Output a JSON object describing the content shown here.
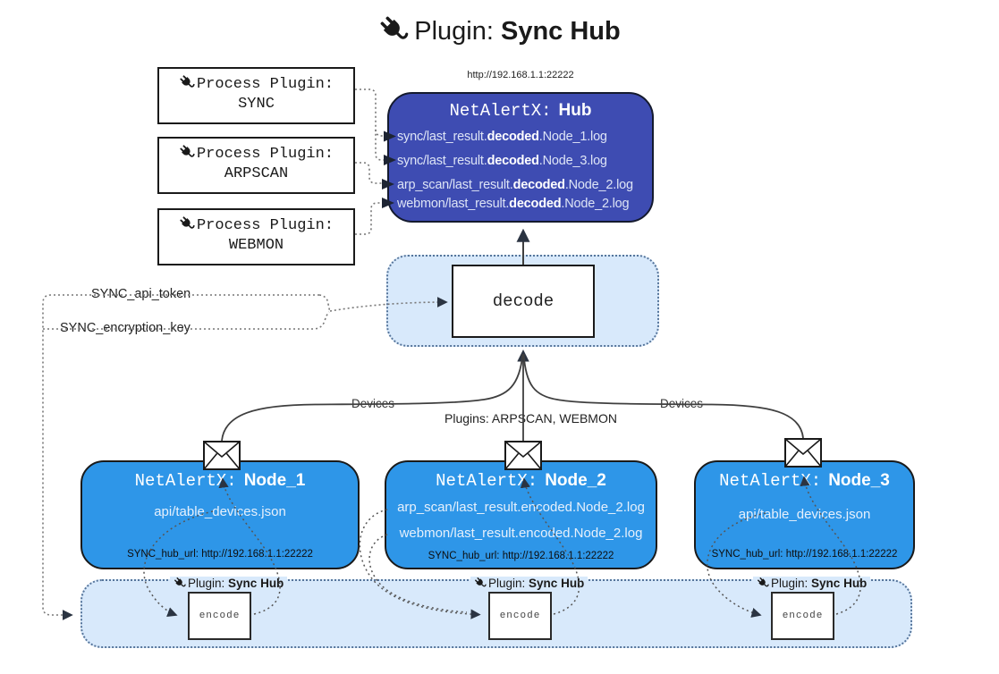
{
  "title": {
    "prefix": "Plugin:",
    "name": "Sync Hub"
  },
  "process_plugins": [
    {
      "label": "Process Plugin:",
      "name": "SYNC"
    },
    {
      "label": "Process Plugin:",
      "name": "ARPSCAN"
    },
    {
      "label": "Process Plugin:",
      "name": "WEBMON"
    }
  ],
  "hub": {
    "url": "http://192.168.1.1:22222",
    "title_prefix": "NetAlertX:",
    "title_name": "Hub",
    "logs": [
      {
        "pre": "sync/last_result.",
        "bold": "decoded",
        "post": ".Node_1.log"
      },
      {
        "pre": "sync/last_result.",
        "bold": "decoded",
        "post": ".Node_3.log"
      },
      {
        "pre": "arp_scan/last_result.",
        "bold": "decoded",
        "post": ".Node_2.log"
      },
      {
        "pre": "webmon/last_result.",
        "bold": "decoded",
        "post": ".Node_2.log"
      }
    ]
  },
  "decode_label": "decode",
  "secrets": {
    "api_token": "SYNC_api_token",
    "encryption_key": "SYNC_encryption_key"
  },
  "edge_labels": {
    "devices_left": "Devices",
    "plugins_center": "Plugins: ARPSCAN, WEBMON",
    "devices_right": "Devices"
  },
  "nodes": [
    {
      "title_prefix": "NetAlertX:",
      "title_name": "Node_1",
      "lines": [
        "api/table_devices.json"
      ],
      "hub_url": "SYNC_hub_url: http://192.168.1.1:22222"
    },
    {
      "title_prefix": "NetAlertX:",
      "title_name": "Node_2",
      "lines": [
        "arp_scan/last_result.encoded.Node_2.log",
        "webmon/last_result.encoded.Node_2.log"
      ],
      "hub_url": "SYNC_hub_url: http://192.168.1.1:22222"
    },
    {
      "title_prefix": "NetAlertX:",
      "title_name": "Node_3",
      "lines": [
        "api/table_devices.json"
      ],
      "hub_url": "SYNC_hub_url: http://192.168.1.1:22222"
    }
  ],
  "encode_band": {
    "plugin_prefix": "Plugin:",
    "plugin_name": "Sync Hub",
    "encode_label": "encode"
  },
  "colors": {
    "hub_fill": "#3e4cb2",
    "node_fill": "#2e96e8",
    "container_fill": "#d8e9fb",
    "container_border": "#56759b",
    "line": "#3f3f3f",
    "arrow": "#2b3442"
  }
}
